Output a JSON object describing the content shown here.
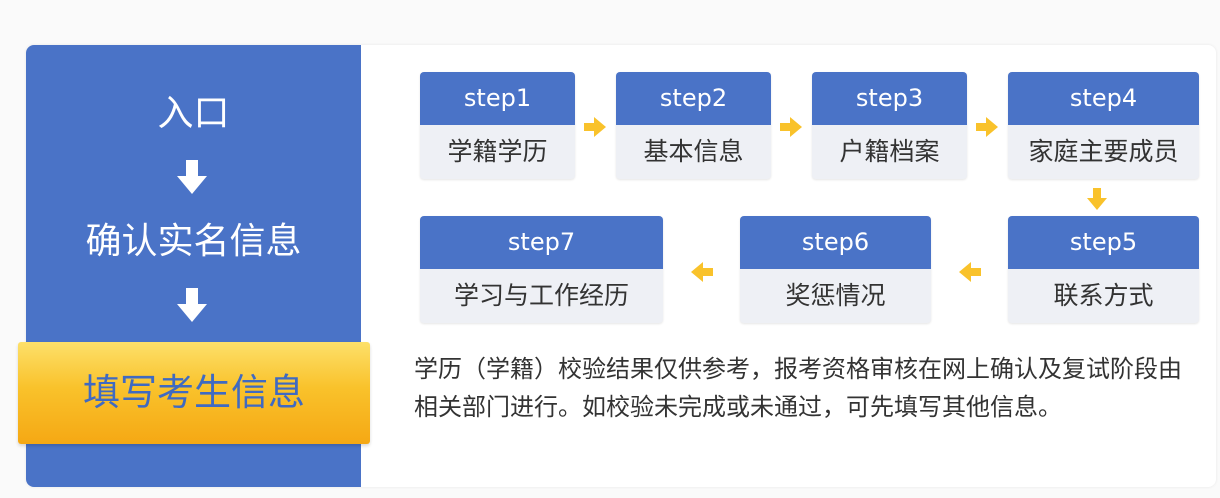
{
  "sidebar": {
    "entry": "入口",
    "verify": "确认实名信息",
    "fill": "填写考生信息",
    "arrow_icon": "down-arrow-icon",
    "bg_color": "#4a73c7",
    "highlight_color": "#f9c22b"
  },
  "steps": [
    {
      "tag": "step1",
      "label": "学籍学历"
    },
    {
      "tag": "step2",
      "label": "基本信息"
    },
    {
      "tag": "step3",
      "label": "户籍档案"
    },
    {
      "tag": "step4",
      "label": "家庭主要成员"
    },
    {
      "tag": "step5",
      "label": "联系方式"
    },
    {
      "tag": "step6",
      "label": "奖惩情况"
    },
    {
      "tag": "step7",
      "label": "学习与工作经历"
    }
  ],
  "arrow_color": "#f9c22b",
  "note": "学历（学籍）校验结果仅供参考，报考资格审核在网上确认及复试阶段由相关部门进行。如校验未完成或未通过，可先填写其他信息。"
}
